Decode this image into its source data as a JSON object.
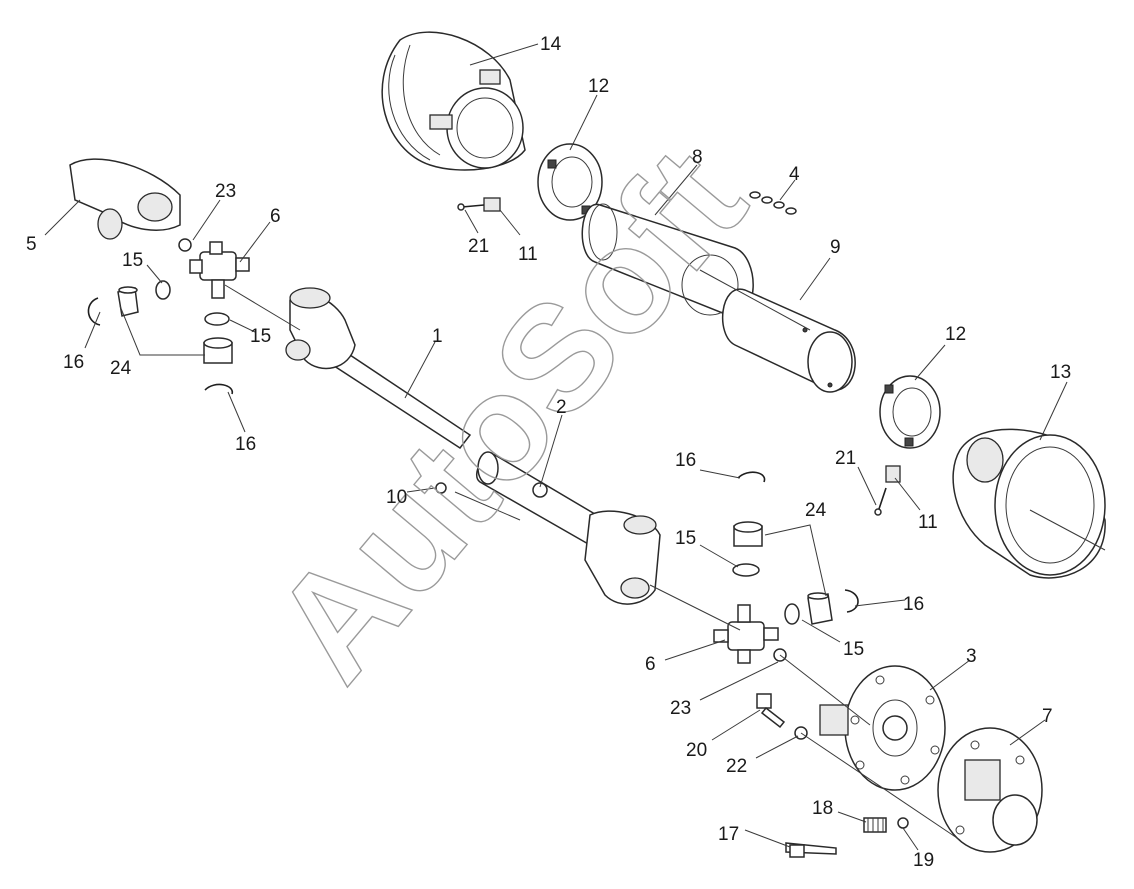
{
  "labels": {
    "l1": "1",
    "l2": "2",
    "l3": "3",
    "l4": "4",
    "l5": "5",
    "l6a": "6",
    "l6b": "6",
    "l7": "7",
    "l8": "8",
    "l9": "9",
    "l10": "10",
    "l11a": "11",
    "l11b": "11",
    "l12a": "12",
    "l12b": "12",
    "l13": "13",
    "l14": "14",
    "l15a": "15",
    "l15b": "15",
    "l15c": "15",
    "l15d": "15",
    "l16a": "16",
    "l16b": "16",
    "l16c": "16",
    "l16d": "16",
    "l17": "17",
    "l18": "18",
    "l19": "19",
    "l20": "20",
    "l21a": "21",
    "l21b": "21",
    "l22": "22",
    "l23a": "23",
    "l23b": "23",
    "l24a": "24",
    "l24b": "24"
  },
  "watermark": "AutoSoft"
}
